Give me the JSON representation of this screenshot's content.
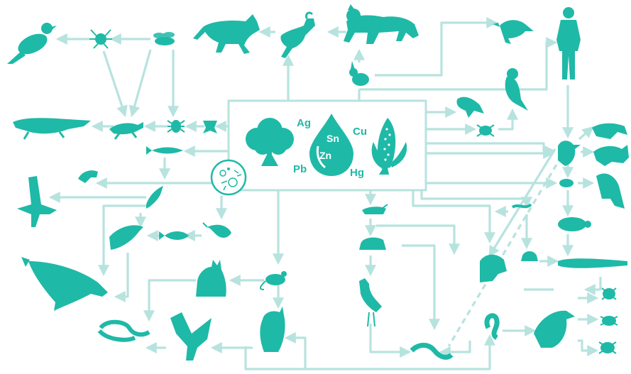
{
  "colors": {
    "animal": "#1fb9a7",
    "connector": "#b7e3df",
    "source_box_border": "#b7e3df"
  },
  "source": {
    "elements": [
      {
        "symbol": "Ag"
      },
      {
        "symbol": "Sn"
      },
      {
        "symbol": "Cu"
      },
      {
        "symbol": "Zn"
      },
      {
        "symbol": "Pb"
      },
      {
        "symbol": "Hg"
      }
    ],
    "icons": [
      "tree-icon",
      "water-drop-icon",
      "corn-icon",
      "microorganism-icon"
    ]
  },
  "organisms": [
    "bird",
    "spider",
    "wasp",
    "wolf",
    "goat",
    "mountain-lion",
    "raven",
    "human",
    "crocodile",
    "lizard",
    "tick",
    "butterfly",
    "rabbit",
    "pigeon",
    "parrot",
    "beetle",
    "fish",
    "seal",
    "rodent",
    "whale",
    "salmon",
    "small-fish",
    "shrimp",
    "hawk",
    "eagle",
    "snake",
    "cat",
    "mouse",
    "owl",
    "heron",
    "frog",
    "insect-larva",
    "grasshopper",
    "worm",
    "rooster",
    "ferret",
    "fox",
    "mole",
    "turtle",
    "salamander",
    "toad",
    "cobra",
    "vulture",
    "bug",
    "ant",
    "mite"
  ]
}
